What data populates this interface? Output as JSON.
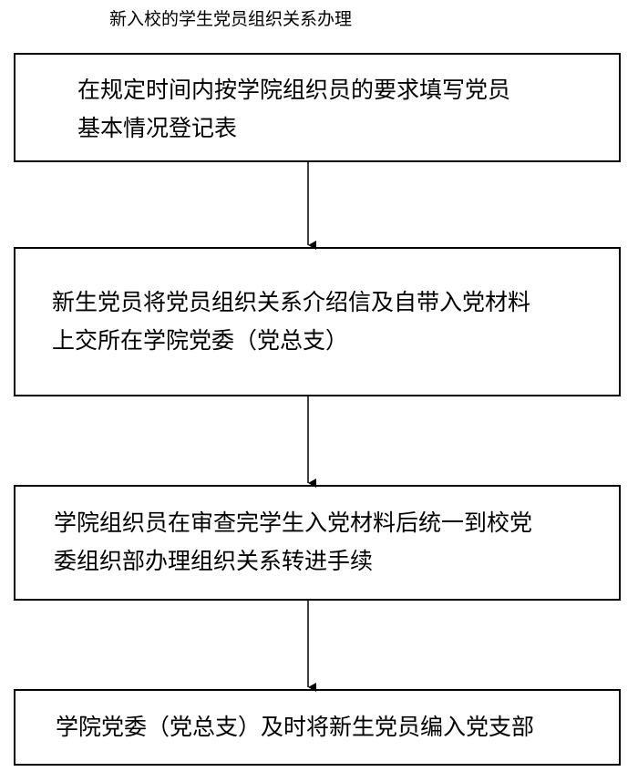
{
  "title": "新入校的学生党员组织关系办理",
  "steps": [
    {
      "text": "在规定时间内按学院组织员的要求填写党员\n基本情况登记表"
    },
    {
      "text": "新生党员将党员组织关系介绍信及自带入党材料\n上交所在学院党委（党总支）"
    },
    {
      "text": "学院组织员在审查完学生入党材料后统一到校党\n委组织部办理组织关系转进手续"
    },
    {
      "text": "学院党委（党总支）及时将新生党员编入党支部"
    }
  ]
}
